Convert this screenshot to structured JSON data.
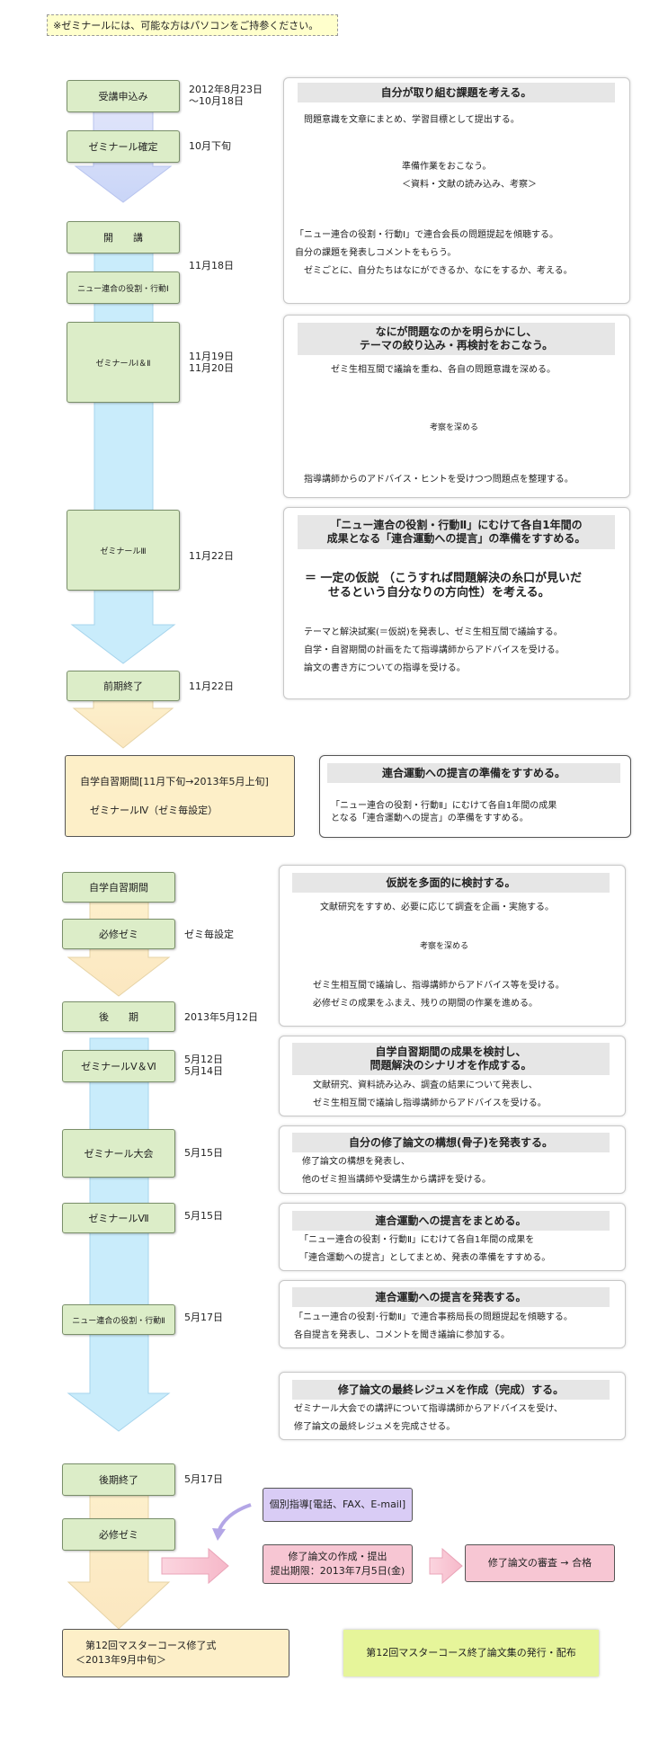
{
  "note": "※ゼミナールには、可能な方はパソコンをご持参ください。",
  "stages": {
    "apply": "受講申込み",
    "confirm": "ゼミナール確定",
    "opening": "開　　講",
    "new_union_1": "ニュー連合の役割・行動Ⅰ",
    "seminar_1_2": "ゼミナールⅠ＆Ⅱ",
    "seminar_3": "ゼミナールⅢ",
    "first_end": "前期終了",
    "self_study": "自学自習期間",
    "required_1": "必修ゼミ",
    "second_term": "後　　期",
    "seminar_5_6": "ゼミナールⅤ＆Ⅵ",
    "conference": "ゼミナール大会",
    "seminar_7": "ゼミナールⅦ",
    "new_union_2": "ニュー連合の役割・行動Ⅱ",
    "second_end": "後期終了",
    "required_2": "必修ゼミ"
  },
  "dates": {
    "apply": "2012年8月23日\n～10月18日",
    "confirm": "10月下旬",
    "opening": "11月18日",
    "seminar_1_2": "11月19日\n11月20日",
    "seminar_3": "11月22日",
    "first_end": "11月22日",
    "required_1": "ゼミ毎設定",
    "second_term": "2013年5月12日",
    "seminar_5_6": "5月12日\n5月14日",
    "conference": "5月15日",
    "seminar_7": "5月15日",
    "new_union_2": "5月17日",
    "second_end": "5月17日"
  },
  "panels": {
    "p1": {
      "title": "自分が取り組む課題を考える。",
      "l1": "問題意識を文章にまとめ、学習目標として提出する。",
      "l2": "準備作業をおこなう。\n＜資料・文献の読み込み、考察＞",
      "l3": "「ニュー連合の役割・行動Ⅰ」で連合会長の問題提起を傾聴する。\n自分の課題を発表しコメントをもらう。\n　ゼミごとに、自分たちはなにができるか、なにをするか、考える。"
    },
    "p2": {
      "title": "なにが問題なのかを明らかにし、\nテーマの絞り込み・再検討をおこなう。",
      "l1": "ゼミ生相互間で議論を重ね、各自の問題意識を深める。",
      "mid": "考察を深める",
      "l2": "指導講師からのアドバイス・ヒントを受けつつ問題点を整理する。"
    },
    "p3": {
      "title": "「ニュー連合の役割・行動Ⅱ」にむけて各自1年間の\n成果となる「連合運動への提言」の準備をすすめる。",
      "eq": "＝ 一定の仮説 （こうすれば問題解決の糸口が見いだ\n　　せるという自分なりの方向性）を考える。",
      "l1": "テーマと解決試案(＝仮説)を発表し、ゼミ生相互間で議論する。\n自学・自習期間の計画をたて指導講師からアドバイスを受ける。\n論文の書き方についての指導を受ける。"
    },
    "p4": {
      "title": "連合運動への提言の準備をすすめる。",
      "l1": "「ニュー連合の役割・行動Ⅱ」にむけて各自1年間の成果\nとなる「連合運動への提言」の準備をすすめる。"
    },
    "p5": {
      "title": "仮説を多面的に検討する。",
      "l1": "文献研究をすすめ、必要に応じて調査を企画・実施する。",
      "mid": "考察を深める",
      "l2": "ゼミ生相互間で議論し、指導講師からアドバイス等を受ける。\n必修ゼミの成果をふまえ、残りの期間の作業を進める。"
    },
    "p6": {
      "title": "自学自習期間の成果を検討し、\n問題解決のシナリオを作成する。",
      "l1": "文献研究、資料読み込み、調査の結果について発表し、\nゼミ生相互間で議論し指導講師からアドバイスを受ける。"
    },
    "p7": {
      "title": "自分の修了論文の構想(骨子)を発表する。",
      "l1": "修了論文の構想を発表し、\n他のゼミ担当講師や受講生から講評を受ける。"
    },
    "p8": {
      "title": "連合運動への提言をまとめる。",
      "l1": "「ニュー連合の役割・行動Ⅱ」にむけて各自1年間の成果を\n「連合運動への提言」としてまとめ、発表の準備をすすめる。"
    },
    "p9": {
      "title": "連合運動への提言を発表する。",
      "l1": "「ニュー連合の役割･行動Ⅱ」で連合事務局長の問題提起を傾聴する。\n各自提言を発表し、コメントを聞き議論に参加する。"
    },
    "p10": {
      "title": "修了論文の最終レジュメを作成（完成）する。",
      "l1": "ゼミナール大会での講評について指導講師からアドバイスを受け、\n修了論文の最終レジュメを完成させる。"
    }
  },
  "self_study_box": "自学自習期間[11月下旬→2013年5月上旬]\n\n　ゼミナールⅣ（ゼミ毎設定）",
  "individual": "個別指導[電話、FAX、E-mail]",
  "submission": "修了論文の作成・提出\n提出期限：2013年7月5日(金)",
  "review": "修了論文の審査 → 合格",
  "ceremony": "　第12回マスターコース修了式\n＜2013年9月中旬＞",
  "publication": "第12回マスターコース終了論文集の発行・配布",
  "colors": {
    "stage": "#dcedc8",
    "column_blue": "#c9ecfb",
    "column_cream": "#fdefc8",
    "header": "#e6e6e6",
    "purple": "#d9ccf5",
    "pink": "#f7c6d3",
    "lime": "#e6f59a",
    "cream": "#fdefc8"
  }
}
